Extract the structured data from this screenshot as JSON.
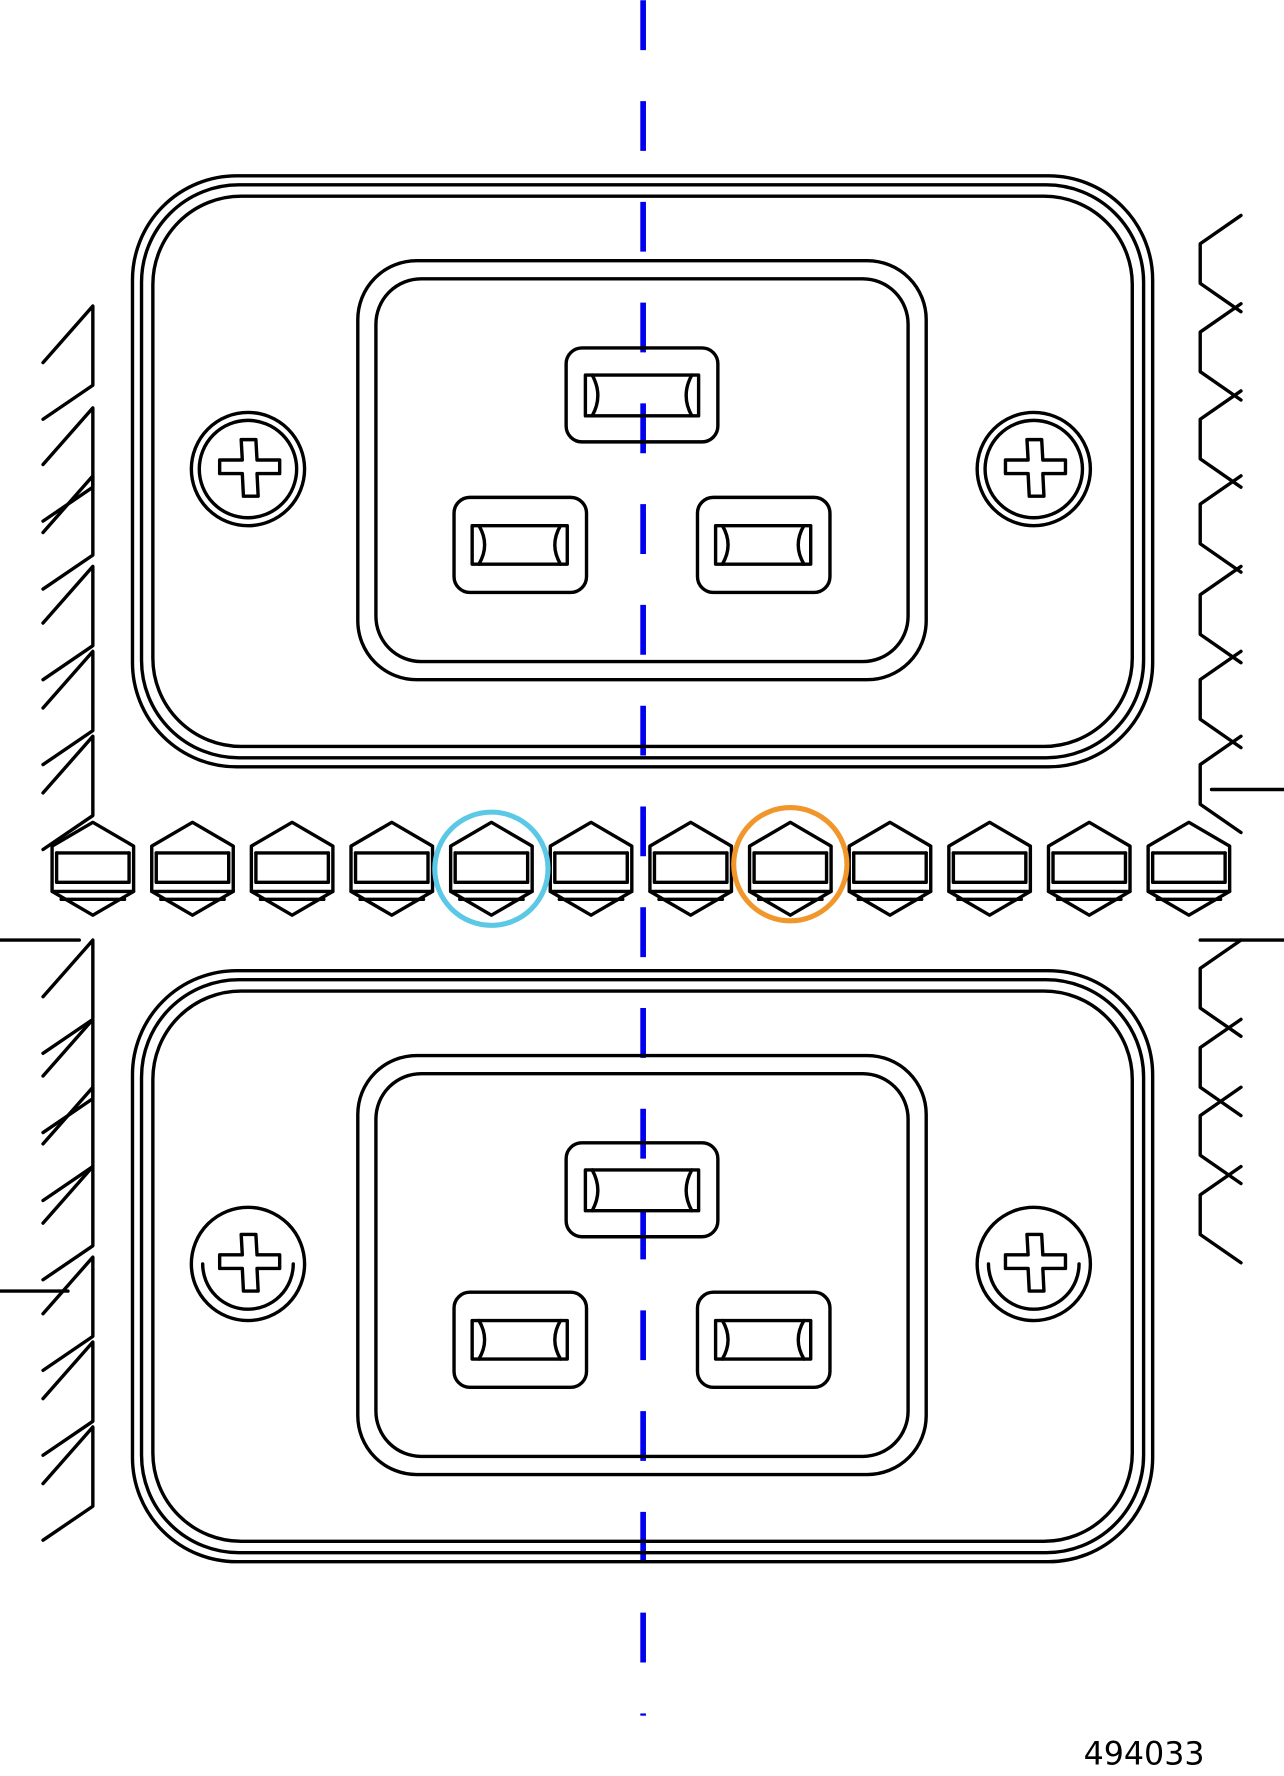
{
  "figure_id": "494033",
  "colors": {
    "line": "#000000",
    "centerline": "#0000ee",
    "highlight_a": "#5bc8e6",
    "highlight_b": "#f0962a"
  },
  "highlights": [
    {
      "name": "cyan-highlight-circle",
      "hex_index": 4,
      "color_key": "highlight_a"
    },
    {
      "name": "orange-highlight-circle",
      "hex_index": 7,
      "color_key": "highlight_b"
    }
  ],
  "hex_count": 12
}
